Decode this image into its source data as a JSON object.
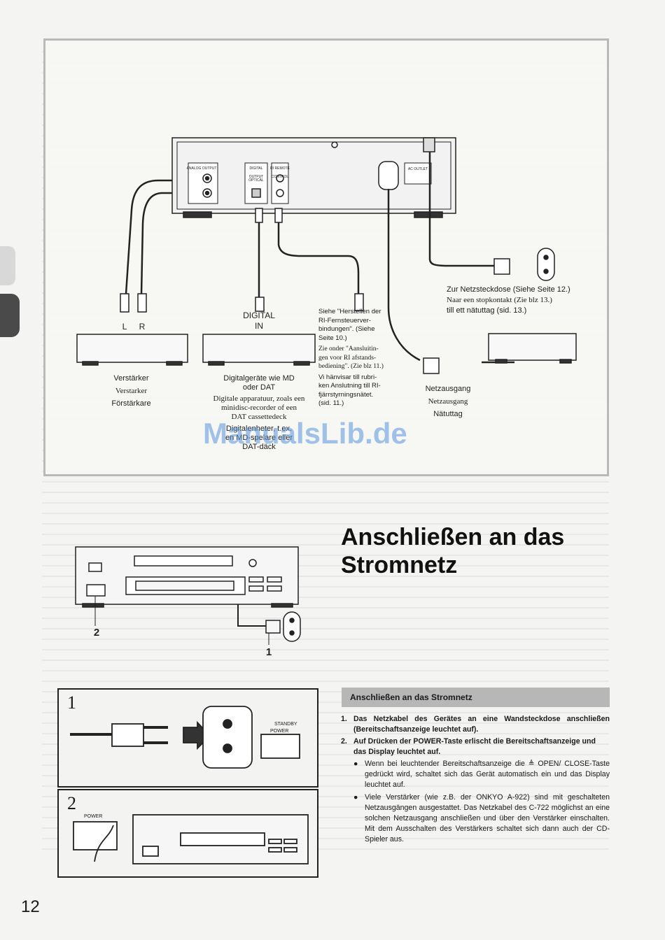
{
  "page_number": "12",
  "watermark": "ManualsLib.de",
  "diagram": {
    "panel_labels": {
      "analog_output": "ANALOG OUTPUT",
      "digital_output": "DIGITAL OUTPUT",
      "optical": "OPTICAL",
      "remote_control": "RI REMOTE CONTROL",
      "ac_outlet": "AC OUTLET"
    },
    "lr": {
      "l": "L",
      "r": "R"
    },
    "digital_in": {
      "line1": "DIGITAL",
      "line2": "IN"
    },
    "amplifier": [
      "Verstärker",
      "Verstarker",
      "Förstärkare"
    ],
    "digital_devices": [
      "Digitalgeräte wie MD",
      "oder DAT",
      "Digitale apparatuur, zoals een",
      "minidisc-recorder of een",
      "DAT cassettedeck",
      "Digitalenheter, t.ex.",
      "en MD-spelare eller",
      "DAT-däck"
    ],
    "ri_note": [
      "Siehe \"Herstellen der",
      "RI-Fernsteuerver-",
      "bindungen\". (Siehe",
      "Seite 10.)",
      "Zie onder \"Aansluitin-",
      "gen voor RI afstands-",
      "bediening\". (Zie blz 11.)",
      "Vi hänvisar till rubri-",
      "ken Anslutning till RI-",
      "fjärrstyrningsnätet.",
      "(sid. 11.)"
    ],
    "wall_outlet": [
      "Zur Netzsteckdose (Siehe Seite 12.)",
      "Naar een stopkontakt (Zie blz 13.)",
      "till ett nätuttag (sid. 13.)"
    ],
    "outlet_out": [
      "Netzausgang",
      "Netzausgang",
      "Nätuttag"
    ],
    "callouts": {
      "two": "2",
      "one": "1"
    },
    "step_panels": {
      "one": "1",
      "two": "2",
      "standby": "STANDBY",
      "power": "POWER"
    }
  },
  "title": {
    "line1": "Anschließen an das",
    "line2": "Stromnetz"
  },
  "section": {
    "header": "Anschließen an das Stromnetz",
    "steps": [
      {
        "num": "1.",
        "text": "Das Netzkabel des Gerätes an eine Wandsteckdose anschließen (Bereitschaftsanzeige leuchtet auf)."
      },
      {
        "num": "2.",
        "text": "Auf Drücken der POWER-Taste erlischt die Bereitschaftsanzeige und das Display leuchtet auf."
      }
    ],
    "bullets": [
      "Wenn bei leuchtender Bereitschaftsanzeige die ≜ OPEN/ CLOSE-Taste gedrückt wird, schaltet sich das Gerät automatisch ein und das Display leuchtet auf.",
      "Viele Verstärker (wie z.B. der ONKYO A-922) sind mit geschalteten Netzausgängen ausgestattet. Das Netzkabel des C-722 möglichst an eine solchen Netzausgang anschließen und über den Verstärker einschalten. Mit dem Ausschalten des Verstärkers schaltet sich dann auch der CD-Spieler aus."
    ]
  }
}
